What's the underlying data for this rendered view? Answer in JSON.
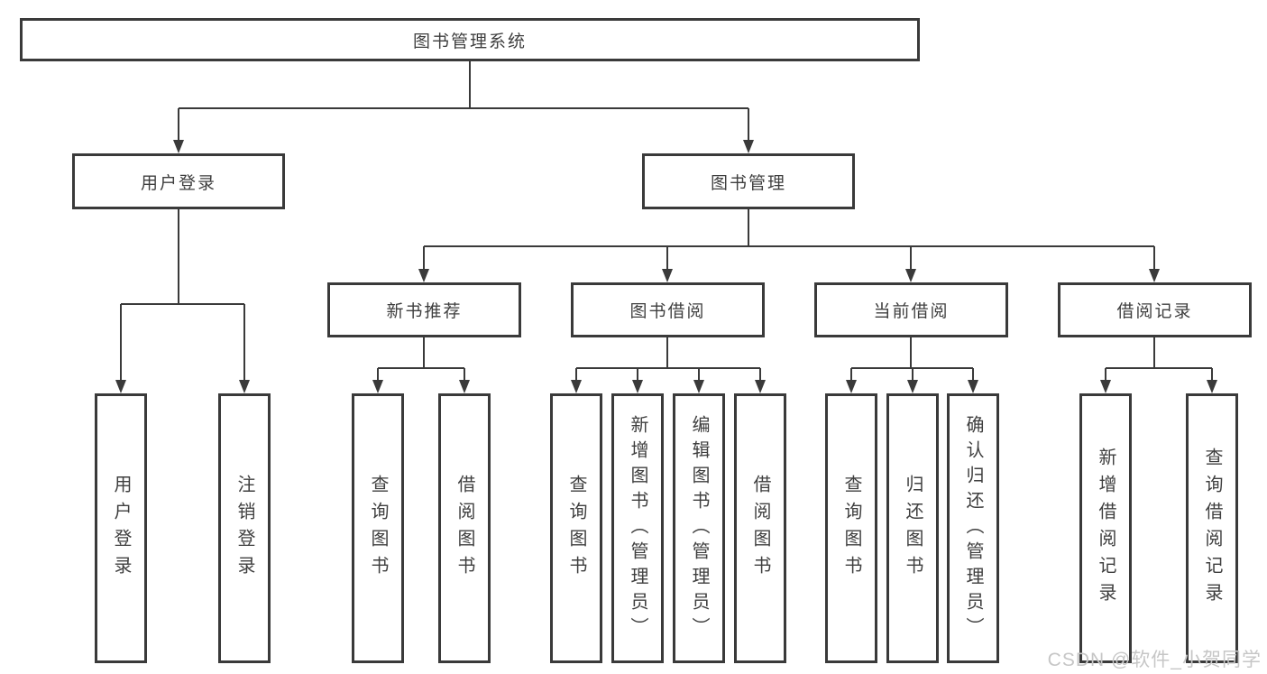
{
  "tree": {
    "root": {
      "label": "图书管理系统"
    },
    "branches": [
      {
        "label": "用户登录",
        "children": [
          {
            "label": "用户登录"
          },
          {
            "label": "注销登录"
          }
        ]
      },
      {
        "label": "图书管理",
        "children": [
          {
            "label": "新书推荐",
            "children": [
              {
                "label": "查询图书"
              },
              {
                "label": "借阅图书"
              }
            ]
          },
          {
            "label": "图书借阅",
            "children": [
              {
                "label": "查询图书"
              },
              {
                "label": "新增图书（管理员）"
              },
              {
                "label": "编辑图书（管理员）"
              },
              {
                "label": "借阅图书"
              }
            ]
          },
          {
            "label": "当前借阅",
            "children": [
              {
                "label": "查询图书"
              },
              {
                "label": "归还图书"
              },
              {
                "label": "确认归还（管理员）"
              }
            ]
          },
          {
            "label": "借阅记录",
            "children": [
              {
                "label": "新增借阅记录"
              },
              {
                "label": "查询借阅记录"
              }
            ]
          }
        ]
      }
    ]
  },
  "watermark": "CSDN @软件_小贺同学",
  "colors": {
    "line": "#3a3a3a",
    "text": "#3f3f3f",
    "watermark": "#c6c6c6",
    "background": "#ffffff"
  }
}
